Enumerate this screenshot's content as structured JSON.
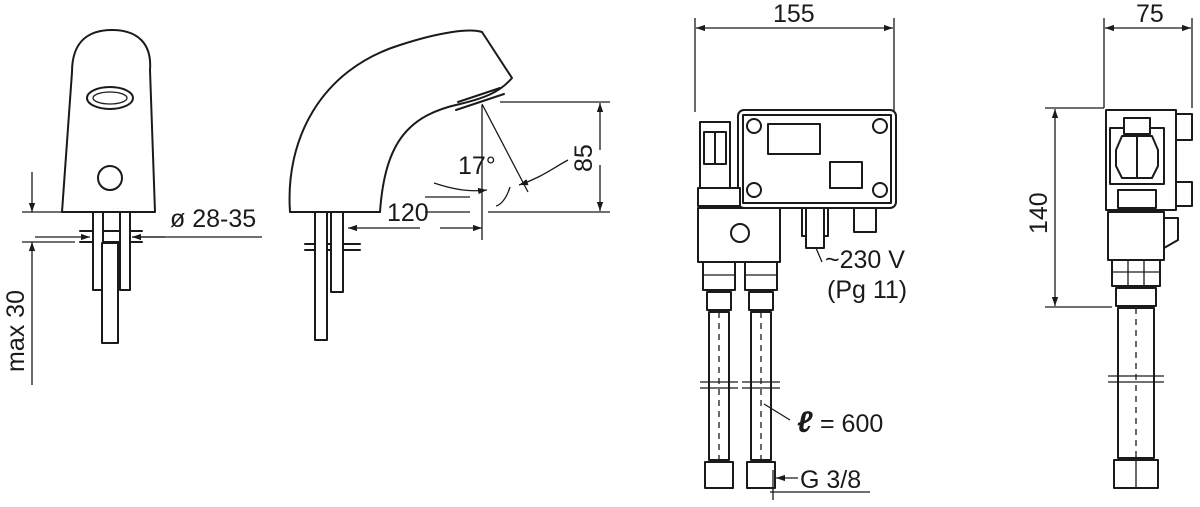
{
  "front_view": {
    "height_label": "max 30",
    "diameter_label": "ø 28-35"
  },
  "side_view": {
    "spout_length_label": "120",
    "height_label": "85",
    "angle_label": "17°"
  },
  "control_box_front": {
    "width_label": "155",
    "power_label": "~230 V",
    "gland_label": "(Pg 11)",
    "hose_length_label": "= 600",
    "hose_length_symbol": "ℓ",
    "thread_label": "G 3/8"
  },
  "control_box_side": {
    "width_label": "75",
    "height_label": "140"
  },
  "colors": {
    "line": "#1a1a1a",
    "background": "#ffffff"
  }
}
